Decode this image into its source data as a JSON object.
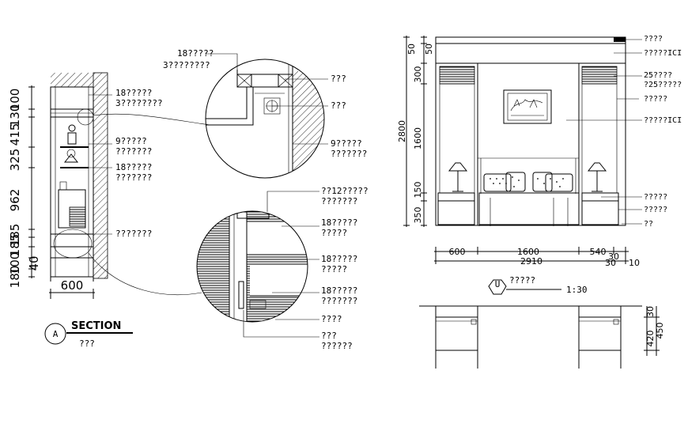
{
  "section": {
    "title": "SECTION",
    "marker": "A",
    "subtitle": "???",
    "dims_vertical": [
      "100",
      "415",
      "130",
      "325",
      "962",
      "185",
      "100",
      "185",
      "180",
      "40"
    ],
    "dim_width": "600",
    "labels": [
      "18?????",
      "3????????",
      "9?????",
      "???????",
      "18?????",
      "???????",
      "???????"
    ]
  },
  "detail_top": {
    "labels": [
      "18?????",
      "3????????",
      "???",
      "???",
      "9?????",
      "???????"
    ]
  },
  "detail_bottom": {
    "labels": [
      "??12?????",
      "???????",
      "18?????",
      "?????",
      "18?????",
      "?????",
      "18?????",
      "???????",
      "????",
      "???",
      "??????"
    ]
  },
  "elevation": {
    "labels": [
      "????",
      "?????ICI",
      "25????",
      "?25?????",
      "?????",
      "?????ICI",
      "?????",
      "?????",
      "??"
    ],
    "dims_vertical": [
      "50",
      "50",
      "300",
      "1600",
      "2800",
      "150",
      "350"
    ],
    "dims_horizontal": [
      "600",
      "1600",
      "540",
      "30",
      "2910",
      "30",
      "10"
    ],
    "marker": "U",
    "marker_label": "?????",
    "scale": "1:30"
  },
  "plan": {
    "dims_vertical": [
      "30",
      "420",
      "450"
    ]
  }
}
